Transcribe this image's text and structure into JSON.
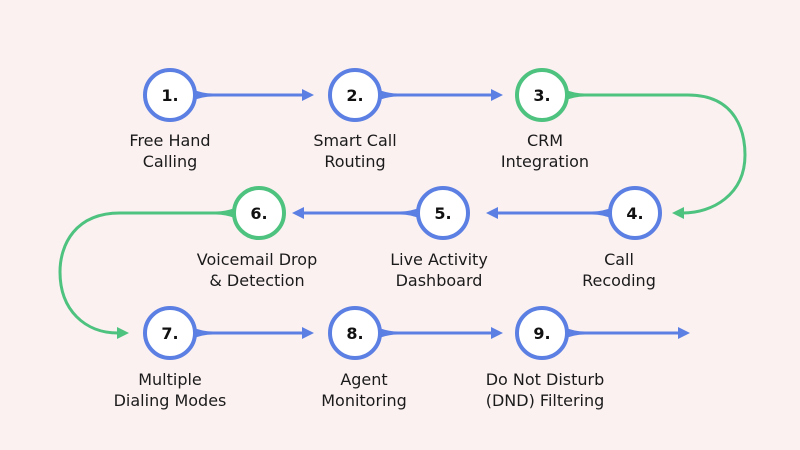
{
  "colors": {
    "blue": "#5b7fe3",
    "green": "#4ec27f",
    "background": "#fcf1f1",
    "text": "#1b1b1b"
  },
  "steps": [
    {
      "number": "1.",
      "lines": [
        "Free Hand",
        "Calling"
      ],
      "color": "blue"
    },
    {
      "number": "2.",
      "lines": [
        "Smart Call",
        "Routing"
      ],
      "color": "blue"
    },
    {
      "number": "3.",
      "lines": [
        "CRM",
        "Integration"
      ],
      "color": "green"
    },
    {
      "number": "4.",
      "lines": [
        "Call",
        "Recoding"
      ],
      "color": "blue"
    },
    {
      "number": "5.",
      "lines": [
        "Live Activity",
        "Dashboard"
      ],
      "color": "blue"
    },
    {
      "number": "6.",
      "lines": [
        "Voicemail Drop",
        "& Detection"
      ],
      "color": "green"
    },
    {
      "number": "7.",
      "lines": [
        "Multiple",
        "Dialing Modes"
      ],
      "color": "blue"
    },
    {
      "number": "8.",
      "lines": [
        "Agent",
        "Monitoring"
      ],
      "color": "blue"
    },
    {
      "number": "9.",
      "lines": [
        "Do Not Disturb",
        "(DND) Filtering"
      ],
      "color": "blue"
    }
  ]
}
